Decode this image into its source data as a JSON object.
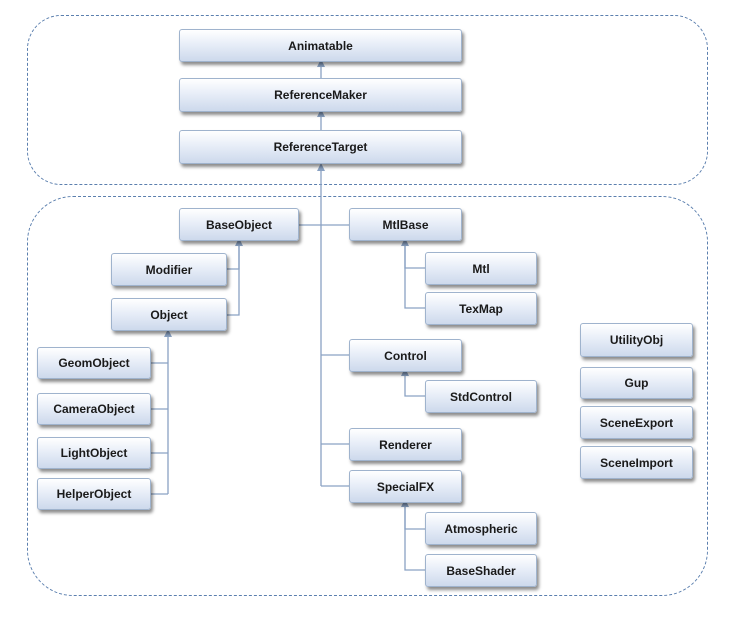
{
  "diagram": {
    "nodes": {
      "animatable": "Animatable",
      "reference_maker": "ReferenceMaker",
      "reference_target": "ReferenceTarget",
      "base_object": "BaseObject",
      "mtl_base": "MtlBase",
      "modifier": "Modifier",
      "object": "Object",
      "mtl": "Mtl",
      "tex_map": "TexMap",
      "geom_object": "GeomObject",
      "camera_object": "CameraObject",
      "light_object": "LightObject",
      "helper_object": "HelperObject",
      "control": "Control",
      "std_control": "StdControl",
      "renderer": "Renderer",
      "special_fx": "SpecialFX",
      "atmospheric": "Atmospheric",
      "base_shader": "BaseShader",
      "utility_obj": "UtilityObj",
      "gup": "Gup",
      "scene_export": "SceneExport",
      "scene_import": "SceneImport"
    },
    "line_color": "#8aa2c3",
    "border_color": "#5b7fae"
  }
}
